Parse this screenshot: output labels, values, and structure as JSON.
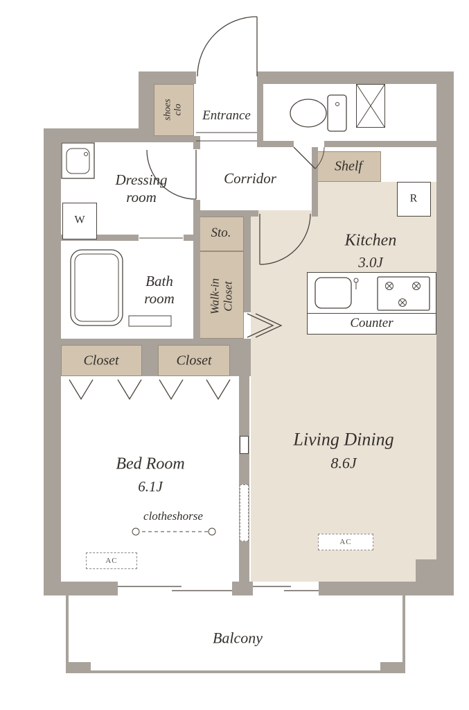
{
  "palette": {
    "wall": "#a9a29b",
    "beige": "#d3c4af",
    "floor": "#ebe2d6",
    "line": "#4b453e",
    "ink": "#33302b",
    "dash": "#8c867f"
  },
  "rooms": {
    "entrance": {
      "label": "Entrance"
    },
    "shoes_closet": {
      "line1": "shoes",
      "line2": "clo"
    },
    "dressing_room": {
      "line1": "Dressing",
      "line2": "room"
    },
    "corridor": {
      "label": "Corridor"
    },
    "shelf": {
      "label": "Shelf"
    },
    "storage": {
      "label": "Sto."
    },
    "kitchen": {
      "label": "Kitchen",
      "size": "3.0J"
    },
    "counter": {
      "label": "Counter"
    },
    "walk_in_closet": {
      "line1": "Walk-in",
      "line2": "Closet"
    },
    "bath_room": {
      "line1": "Bath",
      "line2": "room"
    },
    "closet_left": {
      "label": "Closet"
    },
    "closet_right": {
      "label": "Closet"
    },
    "bed_room": {
      "label": "Bed Room",
      "size": "6.1J"
    },
    "living_dining": {
      "label": "Living Dining",
      "size": "8.6J"
    },
    "balcony": {
      "label": "Balcony"
    }
  },
  "fixtures": {
    "washing_machine": {
      "label": "W"
    },
    "refrigerator": {
      "label": "R"
    },
    "clotheshorse": {
      "label": "clotheshorse"
    },
    "ac_bedroom": {
      "label": "AC"
    },
    "ac_living": {
      "label": "AC"
    }
  }
}
